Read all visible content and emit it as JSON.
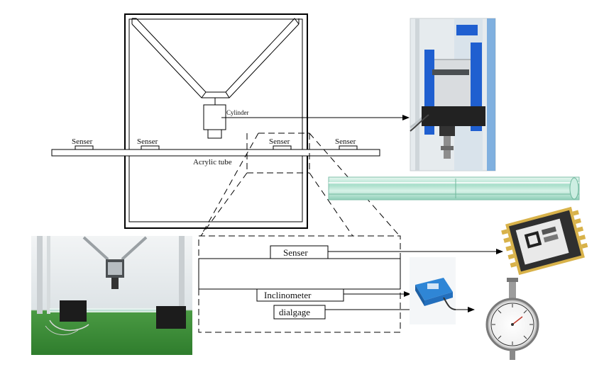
{
  "labels": {
    "cylinder": "Cylinder",
    "acrylic_tube": "Acrylic tube",
    "senser_1": "Senser",
    "senser_2": "Senser",
    "senser_3": "Senser",
    "senser_4": "Senser",
    "detail_senser": "Senser",
    "detail_inclinometer": "Inclinometer",
    "detail_dialgage": "dialgage"
  },
  "photos": {
    "cylinder_photo": "cylinder photo",
    "acrylic_tube_photo": "acrylic tube photo",
    "sensor_chip_photo": "sensor chip photo",
    "inclinometer_photo": "inclinometer photo",
    "dial_gauge_photo": "dial gauge photo",
    "test_rig_photo": "test rig photo"
  },
  "colors": {
    "line": "#000000",
    "photo_bg_lab": "#dfe5e8",
    "floor_green": "#3e8f3a",
    "tube_green": "#b9e6d6",
    "chip_gold": "#d8b24a",
    "inclinometer_blue": "#2f86d6",
    "cylinder_blue": "#1f5fd0"
  }
}
